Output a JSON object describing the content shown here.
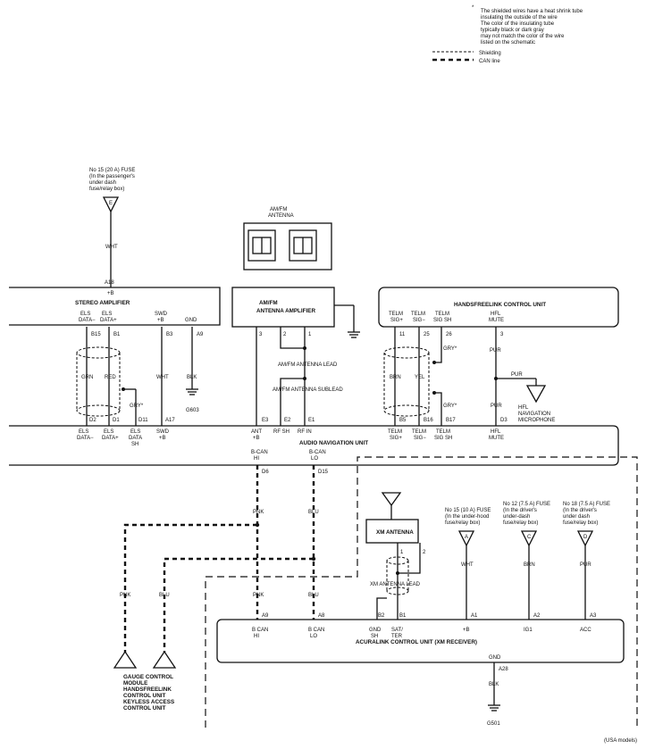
{
  "legend": {
    "asterisk": "*",
    "note_lines": [
      "The shielded wires have a heat shrink tube",
      "insulating the outside of the wire",
      "The color of the insulating tube",
      "typically black or dark gray",
      "may not match the color of the wire",
      "listed on the schematic"
    ],
    "shielding": "Shielding",
    "can_line": "CAN line"
  },
  "fuse_stereo": {
    "lines": [
      "No 15 (20 A) FUSE",
      "(In the passenger's",
      "under dash",
      "fuse/relay box)"
    ],
    "letter": "E",
    "wire": "WHT"
  },
  "antenna": {
    "lines": [
      "AM/FM",
      "ANTENNA"
    ]
  },
  "stereo_amp": {
    "pin_plusb": "A18",
    "plusb": "+B",
    "title": "STEREO AMPLIFIER",
    "cols": [
      "ELS",
      "DATA−",
      "ELS",
      "DATA+",
      "SWD",
      "+B",
      "GND"
    ],
    "pins_top": [
      "B15",
      "B1",
      "B3",
      "A9"
    ],
    "wires": [
      "GRN",
      "RED",
      "WHT",
      "BLK"
    ],
    "gry": "GRY*",
    "ground": "G603",
    "pins_bottom": [
      "D2",
      "D1",
      "D11",
      "A17"
    ]
  },
  "amfm_amp": {
    "lines": [
      "AM/FM",
      "ANTENNA AMPLIFIER"
    ],
    "pins": [
      "3",
      "2",
      "1"
    ],
    "lead": "AM/FM ANTENNA LEAD",
    "sublead": "AM/FM ANTENNA SUBLEAD",
    "pins_bottom": [
      "E3",
      "E2",
      "E1"
    ]
  },
  "hfl_unit": {
    "title": "HANDSFREELINK CONTROL UNIT",
    "cols": [
      "TELM",
      "SIG+",
      "TELM",
      "SIG−",
      "TELM",
      "SIG SH",
      "HFL",
      "MUTE"
    ],
    "pins_top": [
      "11",
      "25",
      "26",
      "3"
    ],
    "wires": [
      "BRN",
      "YEL",
      "PUR",
      "PUR"
    ],
    "gry_top": "GRY*",
    "gry_bottom": "GRY*",
    "pins_bottom": [
      "B5",
      "B16",
      "B17",
      "D3"
    ],
    "mic": [
      "HFL",
      "NAVIGATION",
      "MICROPHONE"
    ]
  },
  "nav_unit": {
    "labels": [
      "ELS",
      "DATA−",
      "ELS",
      "DATA+",
      "ELS",
      "DATA",
      "SH",
      "SWD",
      "+B",
      "ANT",
      "+B",
      "RF SH",
      "RF IN",
      "TELM",
      "SIG+",
      "TELM",
      "SIG−",
      "TELM",
      "SIG SH",
      "HFL",
      "MUTE"
    ],
    "title": "AUDIO NAVIGATION UNIT",
    "bcan": [
      "B-CAN",
      "HI",
      "B-CAN",
      "LO"
    ],
    "pins": [
      "D6",
      "D15"
    ]
  },
  "can_wires": {
    "pnk": "PNK",
    "blu": "BLU"
  },
  "xm": {
    "antenna": "XM ANTENNA",
    "pins": [
      "1",
      "2"
    ],
    "lead": "XM ANTENNA LEAD"
  },
  "fuses_right": [
    {
      "lines": [
        "No 15 (10 A) FUSE",
        "(In the under-hood",
        "fuse/relay box)"
      ],
      "letter": "A",
      "wire": "WHT",
      "pin": "A1",
      "term": "+B"
    },
    {
      "lines": [
        "No 12 (7.5 A) FUSE",
        "(In the driver's",
        "under-dash",
        "fuse/relay box)"
      ],
      "letter": "C",
      "wire": "BRN",
      "pin": "A2",
      "term": "IG1"
    },
    {
      "lines": [
        "No 18 (7.5 A) FUSE",
        "(In the driver's",
        "under dash",
        "fuse/relay box)"
      ],
      "letter": "D",
      "wire": "PUR",
      "pin": "A3",
      "term": "ACC"
    }
  ],
  "acura": {
    "pins": [
      "A9",
      "A8",
      "B2",
      "B1"
    ],
    "terms": [
      "B CAN",
      "HI",
      "B CAN",
      "LO",
      "GND",
      "SH",
      "SAT/",
      "TER"
    ],
    "title": "ACURALINK CONTROL UNIT (XM RECEIVER)",
    "gnd": "GND",
    "gnd_pin": "A28",
    "gnd_wire": "BLK",
    "ground": "G501"
  },
  "modules": [
    "GAUGE CONTROL",
    "MODULE",
    "HANDSFREELINK",
    "CONTROL UNIT",
    "KEYLESS ACCESS",
    "CONTROL UNIT"
  ],
  "footnote": "(USA models)"
}
